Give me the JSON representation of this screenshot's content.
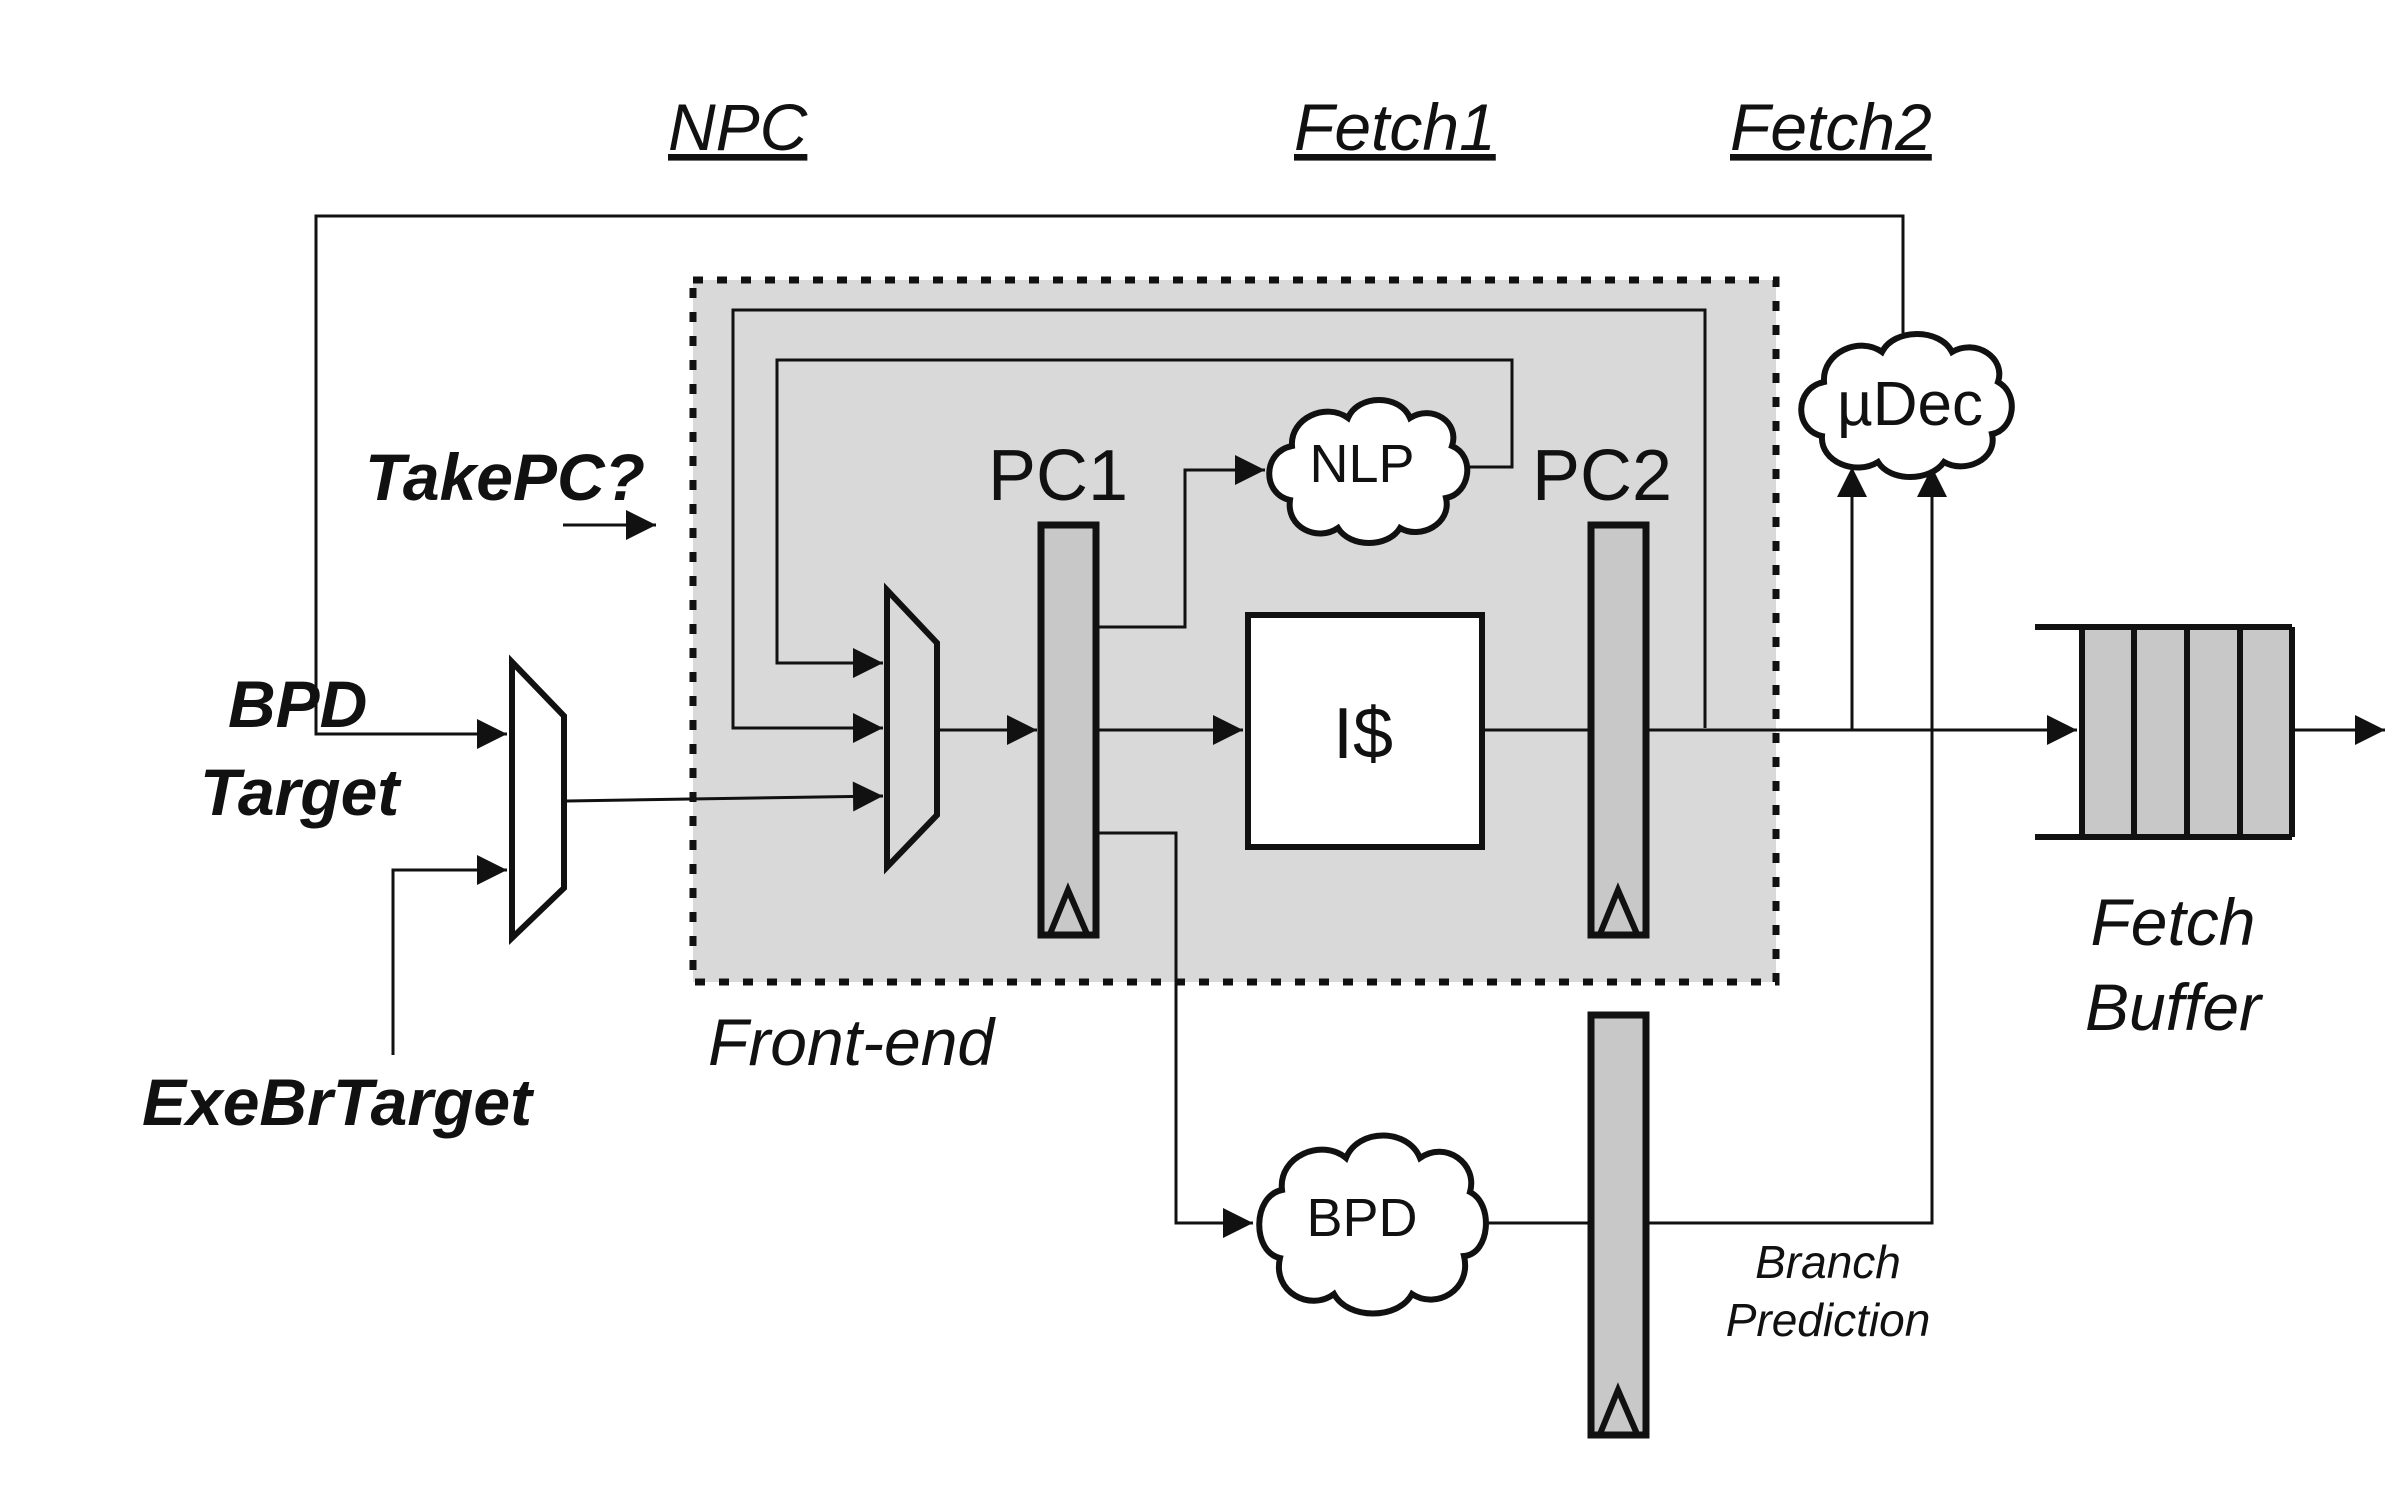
{
  "stages": {
    "npc": "NPC",
    "fetch1": "Fetch1",
    "fetch2": "Fetch2"
  },
  "inputs": {
    "take_pc": "TakePC?",
    "bpd_target_line1": "BPD",
    "bpd_target_line2": "Target",
    "exe_br_target": "ExeBrTarget"
  },
  "frontend_label": "Front-end",
  "registers": {
    "pc1": "PC1",
    "pc2": "PC2"
  },
  "blocks": {
    "nlp": "NLP",
    "icache": "I$",
    "udec": "µDec",
    "bpd": "BPD"
  },
  "branch_prediction": {
    "line1": "Branch",
    "line2": "Prediction"
  },
  "fetch_buffer": {
    "line1": "Fetch",
    "line2": "Buffer"
  },
  "colors": {
    "frontend_fill": "#d9d9d9",
    "register_fill": "#c8c8c8",
    "stroke": "#111111"
  }
}
